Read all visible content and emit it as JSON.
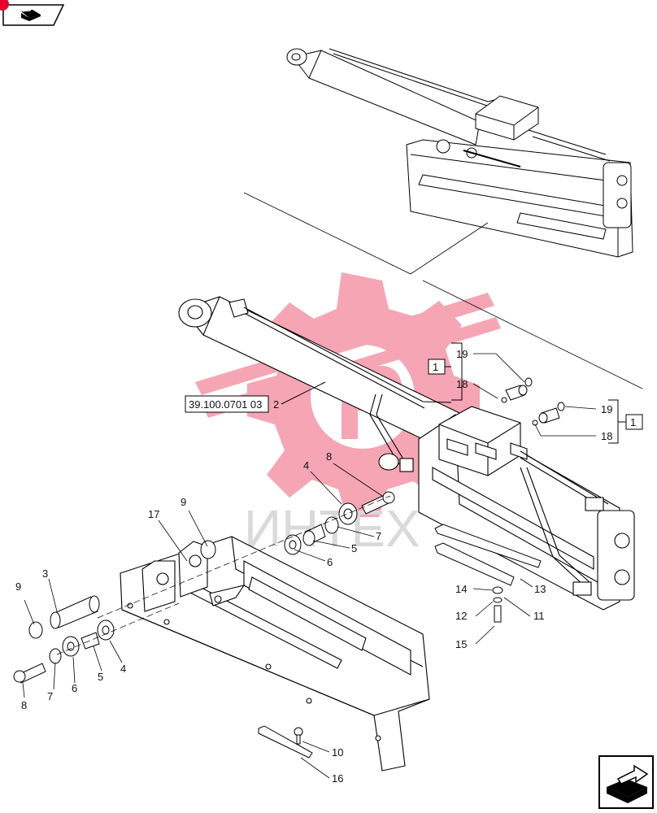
{
  "toolbar": {
    "icon": "book-icon",
    "accent": "#e5002b"
  },
  "nav": {
    "icon": "next-page-arrow-icon"
  },
  "watermark": {
    "text": "ИНТЕХ",
    "color": "#e5002b"
  },
  "reference": {
    "code": "39.100.0701 03",
    "part": "2"
  },
  "group_boxes": [
    "1",
    "1"
  ],
  "callouts": {
    "c19a": "19",
    "c18a": "18",
    "c19b": "19",
    "c18b": "18",
    "c8a": "8",
    "c4a": "4",
    "c7a": "7",
    "c5a": "5",
    "c6a": "6",
    "c9a": "9",
    "c17": "17",
    "c3": "3",
    "c9b": "9",
    "c8b": "8",
    "c7b": "7",
    "c6b": "6",
    "c5b": "5",
    "c4b": "4",
    "c13": "13",
    "c14": "14",
    "c12": "12",
    "c11": "11",
    "c15": "15",
    "c10": "10",
    "c16": "16"
  }
}
